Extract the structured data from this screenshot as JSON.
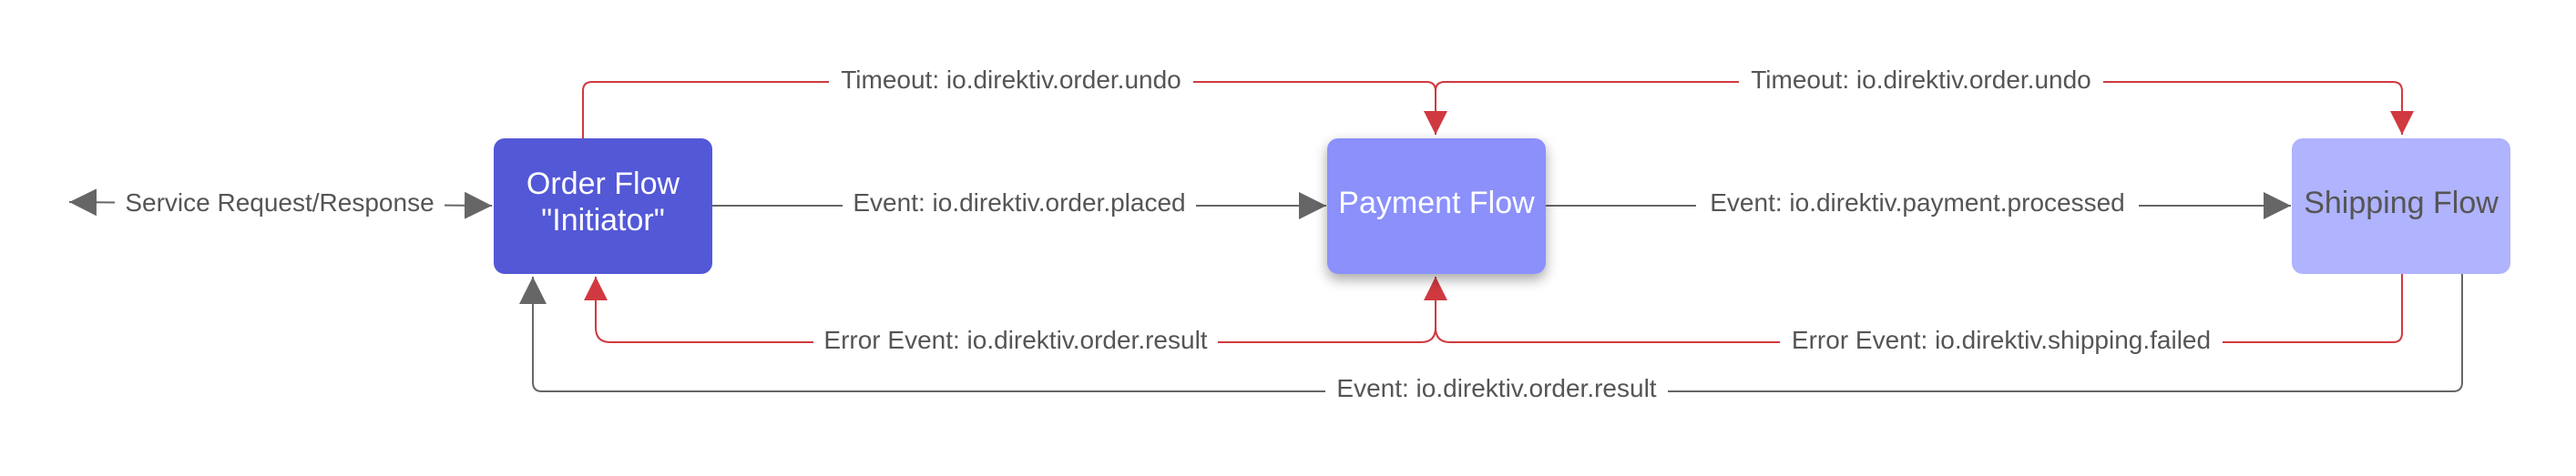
{
  "nodes": {
    "order_flow": {
      "line1": "Order Flow",
      "line2": "\"Initiator\""
    },
    "payment_flow": {
      "label": "Payment Flow"
    },
    "shipping_flow": {
      "label": "Shipping Flow"
    }
  },
  "edges": {
    "service": "Service Request/Response",
    "order_placed": "Event: io.direktiv.order.placed",
    "payment_processed": "Event: io.direktiv.payment.processed",
    "timeout_order": "Timeout: io.direktiv.order.undo",
    "timeout_payment": "Timeout: io.direktiv.order.undo",
    "error_order_result": "Error Event: io.direktiv.order.result",
    "error_shipping_failed": "Error Event: io.direktiv.shipping.failed",
    "order_result": "Event: io.direktiv.order.result"
  },
  "colors": {
    "order_flow": "#5358d6",
    "payment_flow": "#8b90fb",
    "shipping_flow": "#b0b3fd",
    "normal_arrow": "#666666",
    "error_arrow": "#d0393f"
  }
}
